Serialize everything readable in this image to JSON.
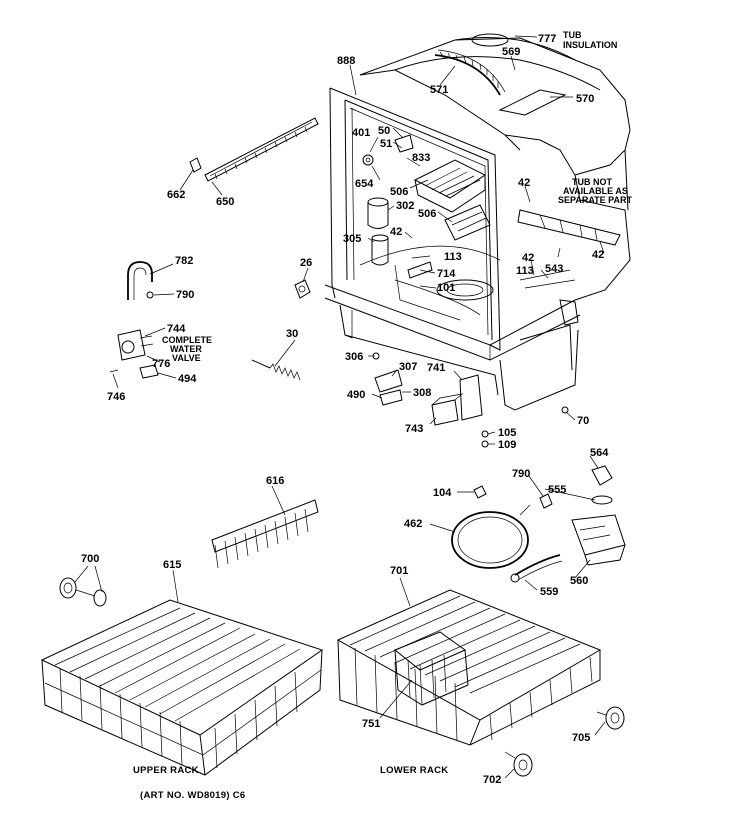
{
  "part_labels": {
    "p777": "777",
    "p569": "569",
    "p571": "571",
    "p570": "570",
    "p888": "888",
    "p401": "401",
    "p50": "50",
    "p51": "51",
    "p833": "833",
    "p654": "654",
    "p506a": "506",
    "p302": "302",
    "p506b": "506",
    "p305": "305",
    "p42a": "42",
    "p42b": "42",
    "p42c": "42",
    "p42d": "42",
    "p113a": "113",
    "p113b": "113",
    "p543": "543",
    "p714": "714",
    "p101": "101",
    "p662": "662",
    "p650": "650",
    "p782": "782",
    "p790a": "790",
    "p26": "26",
    "p744": "744",
    "p776": "776",
    "p494": "494",
    "p746": "746",
    "p30": "30",
    "p306": "306",
    "p307": "307",
    "p741": "741",
    "p308": "308",
    "p490": "490",
    "p743": "743",
    "p70": "70",
    "p105": "105",
    "p109": "109",
    "p564": "564",
    "p790b": "790",
    "p104": "104",
    "p555": "555",
    "p462": "462",
    "p560": "560",
    "p559": "559",
    "p616": "616",
    "p700": "700",
    "p615": "615",
    "p701": "701",
    "p751": "751",
    "p705": "705",
    "p702": "702"
  },
  "notes": {
    "tub_insulation_1": "TUB",
    "tub_insulation_2": "INSULATION",
    "tub_not_avail_1": "TUB NOT",
    "tub_not_avail_2": "AVAILABLE AS",
    "tub_not_avail_3": "SEPARATE PART",
    "water_valve_1": "COMPLETE",
    "water_valve_2": "WATER",
    "water_valve_3": "VALVE"
  },
  "captions": {
    "upper_rack": "UPPER RACK",
    "lower_rack": "LOWER RACK",
    "art_no": "(ART NO. WD8019) C6"
  },
  "colors": {
    "ink": "#000000",
    "paper": "#ffffff"
  }
}
